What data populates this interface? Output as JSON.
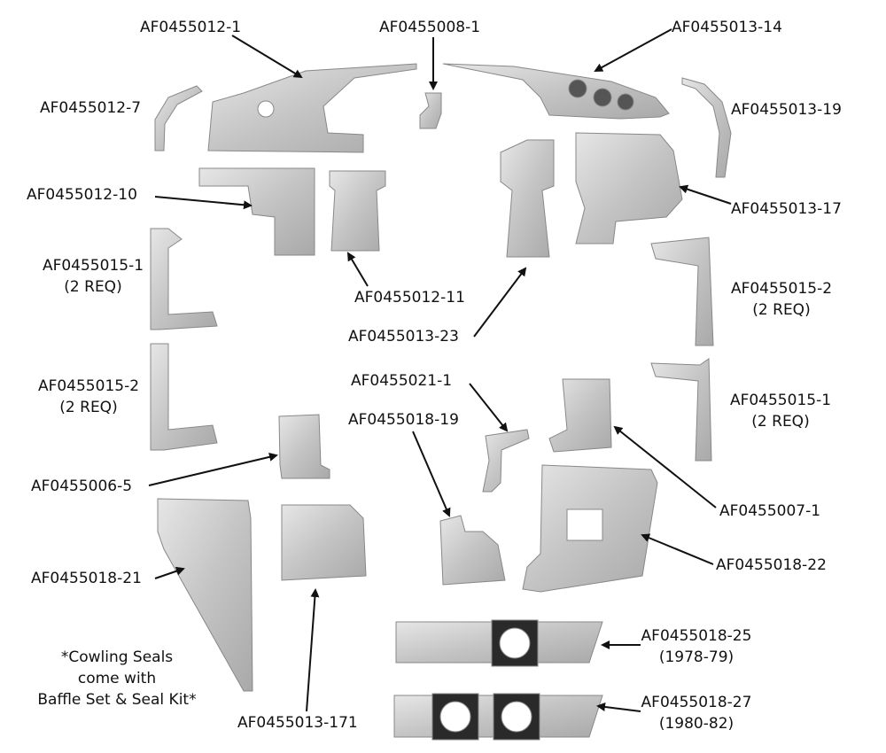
{
  "labels": {
    "p_012_1": "AF0455012-1",
    "p_008_1": "AF0455008-1",
    "p_013_14": "AF0455013-14",
    "p_012_7": "AF0455012-7",
    "p_013_19": "AF0455013-19",
    "p_012_10": "AF0455012-10",
    "p_013_17": "AF0455013-17",
    "p_015_1_left": "AF0455015-1",
    "p_015_1_left_req": "(2 REQ)",
    "p_012_11": "AF0455012-11",
    "p_015_2_right": "AF0455015-2",
    "p_015_2_right_req": "(2 REQ)",
    "p_013_23": "AF0455013-23",
    "p_015_2_left": "AF0455015-2",
    "p_015_2_left_req": "(2 REQ)",
    "p_021_1": "AF0455021-1",
    "p_015_1_right": "AF0455015-1",
    "p_015_1_right_req": "(2 REQ)",
    "p_018_19": "AF0455018-19",
    "p_006_5": "AF0455006-5",
    "p_007_1": "AF0455007-1",
    "p_018_21": "AF0455018-21",
    "p_018_22": "AF0455018-22",
    "p_018_25": "AF0455018-25",
    "p_018_25_years": "(1978-79)",
    "p_018_27": "AF0455018-27",
    "p_018_27_years": "(1980-82)",
    "p_013_171": "AF0455013-171"
  },
  "note": {
    "line1": "*Cowling Seals",
    "line2": "come with",
    "line3": "Baffle Set & Seal Kit*"
  }
}
